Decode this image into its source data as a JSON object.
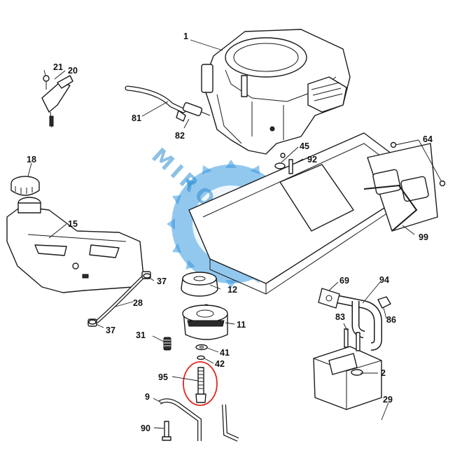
{
  "diagram": {
    "callouts": [
      {
        "id": "c1",
        "label": "1"
      },
      {
        "id": "c2",
        "label": "2"
      },
      {
        "id": "c9",
        "label": "9"
      },
      {
        "id": "c11",
        "label": "11"
      },
      {
        "id": "c12",
        "label": "12"
      },
      {
        "id": "c15",
        "label": "15"
      },
      {
        "id": "c18",
        "label": "18"
      },
      {
        "id": "c20",
        "label": "20"
      },
      {
        "id": "c21",
        "label": "21"
      },
      {
        "id": "c28",
        "label": "28"
      },
      {
        "id": "c29",
        "label": "29"
      },
      {
        "id": "c31",
        "label": "31"
      },
      {
        "id": "c37a",
        "label": "37"
      },
      {
        "id": "c37b",
        "label": "37"
      },
      {
        "id": "c41",
        "label": "41"
      },
      {
        "id": "c42",
        "label": "42"
      },
      {
        "id": "c45",
        "label": "45"
      },
      {
        "id": "c64",
        "label": "64"
      },
      {
        "id": "c69",
        "label": "69"
      },
      {
        "id": "c81",
        "label": "81"
      },
      {
        "id": "c82",
        "label": "82"
      },
      {
        "id": "c83",
        "label": "83"
      },
      {
        "id": "c86",
        "label": "86"
      },
      {
        "id": "c90",
        "label": "90"
      },
      {
        "id": "c92",
        "label": "92"
      },
      {
        "id": "c94",
        "label": "94"
      },
      {
        "id": "c95",
        "label": "95"
      },
      {
        "id": "c99",
        "label": "99"
      }
    ],
    "highlight_color": "#e0281f",
    "highlighted_callout": "95"
  },
  "watermark": {
    "text": "MIROMOTO",
    "color": "#2f8fd0"
  }
}
